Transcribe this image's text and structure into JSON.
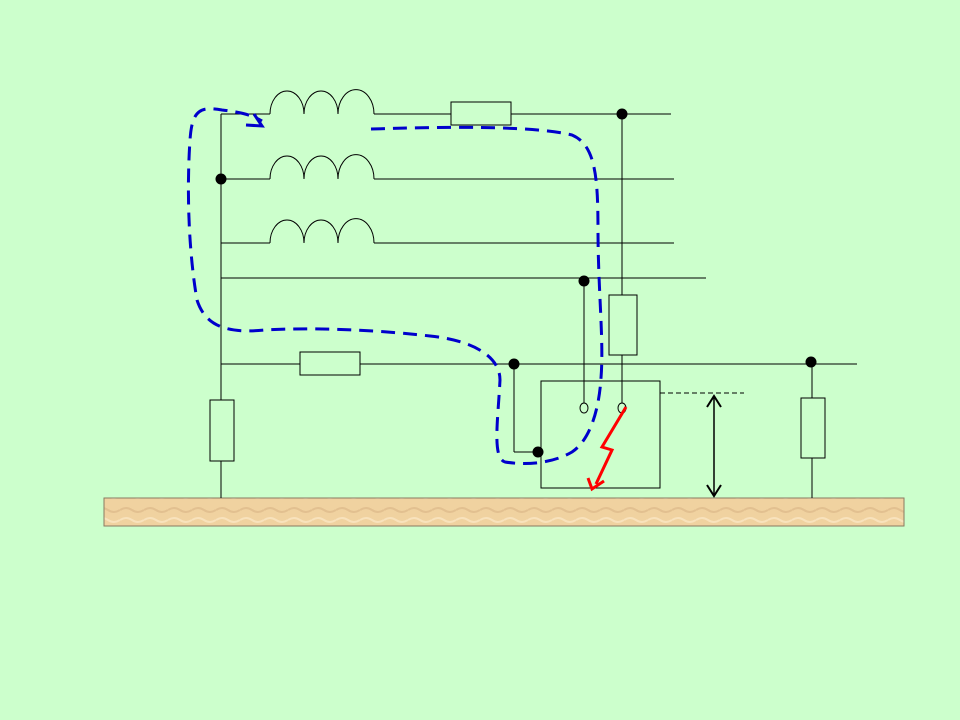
{
  "slide": {
    "background": "#ccffcc"
  },
  "diagram": {
    "kind": "circuit-schematic",
    "components": {
      "inductors": [
        "inductor-phase-1",
        "inductor-phase-2",
        "inductor-phase-3"
      ],
      "resistors": [
        "phase-1-series-resistor",
        "neutral-resistor",
        "source-earthing-resistor",
        "equipment-internal-resistor",
        "load-earthing-resistor"
      ],
      "equipment": "equipment-enclosure",
      "earth": "earth-strip"
    },
    "colors": {
      "wire": "#000000",
      "fault_current_path": "#0000cc",
      "fault_bolt": "#ff0000",
      "earth_fill": "#f0d2a0"
    },
    "icons": [
      "lightning-bolt-icon",
      "double-arrow-icon"
    ]
  }
}
